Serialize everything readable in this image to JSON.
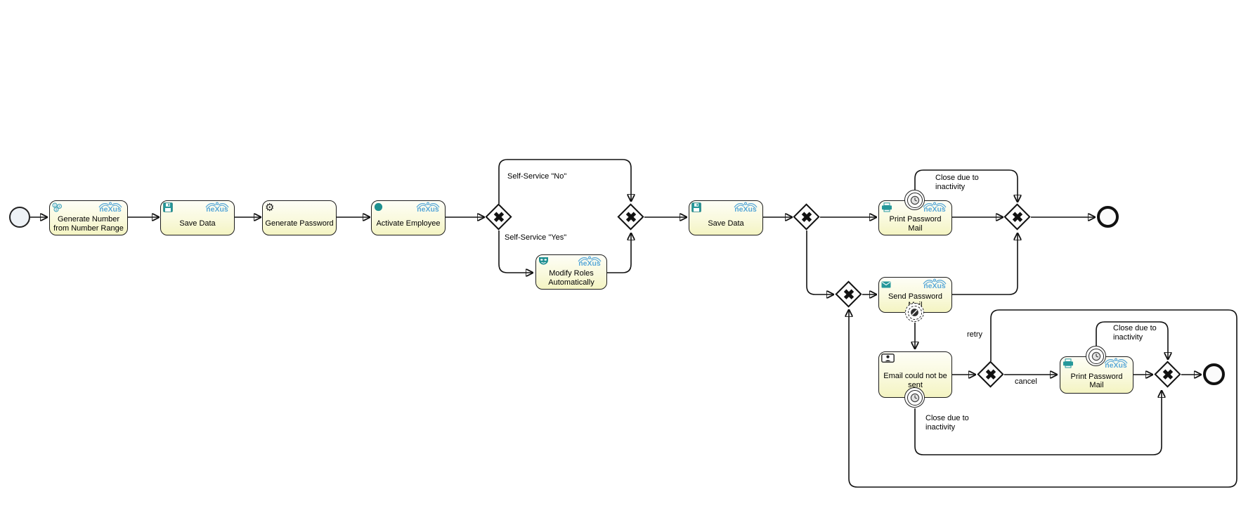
{
  "diagram": {
    "type": "bpmn-process",
    "brand": "neXus",
    "colors": {
      "task_fill_top": "#fefef6",
      "task_fill_bottom": "#f4f4c2",
      "task_border": "#1c1c1c",
      "accent_teal": "#26989a",
      "brand_blue": "#58a8d7",
      "line": "#111111",
      "background": "#ffffff"
    },
    "tasks": [
      {
        "id": "generate-number",
        "line1": "Generate Number",
        "line2": "from Number Range",
        "icon": "number-range-icon",
        "logo": true
      },
      {
        "id": "save-data-1",
        "line1": "Save Data",
        "line2": "",
        "icon": "floppy-disk-icon",
        "logo": true
      },
      {
        "id": "generate-password",
        "line1": "Generate Password",
        "line2": "",
        "icon": "gear-icon",
        "logo": false
      },
      {
        "id": "activate-employee",
        "line1": "Activate Employee",
        "line2": "",
        "icon": "status-dot-icon",
        "logo": true
      },
      {
        "id": "modify-roles",
        "line1": "Modify Roles",
        "line2": "Automatically",
        "icon": "mask-icon",
        "logo": true
      },
      {
        "id": "save-data-2",
        "line1": "Save Data",
        "line2": "",
        "icon": "floppy-disk-icon",
        "logo": true
      },
      {
        "id": "print-password-mail-1",
        "line1": "Print Password Mail",
        "line2": "",
        "icon": "printer-icon",
        "logo": true
      },
      {
        "id": "send-password-mail",
        "line1": "Send Password Mail",
        "line2": "",
        "icon": "envelope-icon",
        "logo": true
      },
      {
        "id": "email-not-sent",
        "line1": "Email could not be",
        "line2": "sent",
        "icon": "user-task-icon",
        "logo": false
      },
      {
        "id": "print-password-mail-2",
        "line1": "Print Password Mail",
        "line2": "",
        "icon": "printer-icon",
        "logo": true
      }
    ],
    "gateways": [
      {
        "id": "gateway-self-service-split",
        "marker": "x"
      },
      {
        "id": "gateway-self-service-join",
        "marker": "x"
      },
      {
        "id": "gateway-delivery-split",
        "marker": "x"
      },
      {
        "id": "gateway-main-join",
        "marker": "x"
      },
      {
        "id": "gateway-send-merge",
        "marker": "x"
      },
      {
        "id": "gateway-retry-cancel",
        "marker": "x"
      },
      {
        "id": "gateway-sub-join",
        "marker": "x"
      }
    ],
    "events": [
      {
        "id": "start-event",
        "kind": "start"
      },
      {
        "id": "end-event-main",
        "kind": "end"
      },
      {
        "id": "end-event-sub",
        "kind": "end"
      }
    ],
    "boundary_events": [
      {
        "id": "timer-print-mail-1",
        "icon": "timer-clock-icon",
        "style": "solid"
      },
      {
        "id": "send-fail-event",
        "icon": "slash-circle-icon",
        "style": "dashed"
      },
      {
        "id": "timer-email-not-sent",
        "icon": "timer-clock-icon",
        "style": "solid"
      },
      {
        "id": "timer-print-mail-2",
        "icon": "timer-clock-icon",
        "style": "solid"
      }
    ],
    "edge_labels": {
      "self_service_no": "Self-Service \"No\"",
      "self_service_yes": "Self-Service \"Yes\"",
      "retry": "retry",
      "cancel": "cancel",
      "close_inactivity": "Close due to inactivity"
    }
  }
}
